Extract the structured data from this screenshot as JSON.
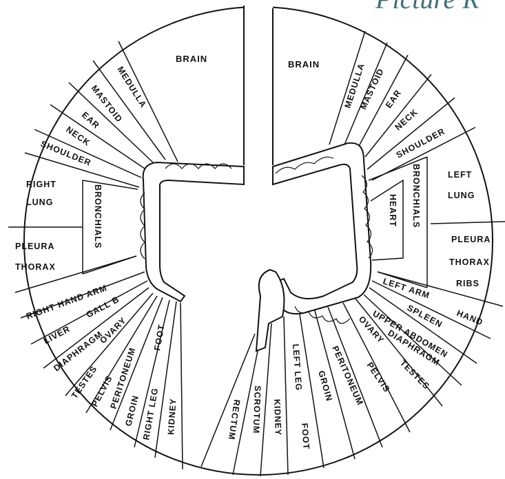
{
  "title_fragment": "Picture R",
  "left_side": {
    "brain": "BRAIN",
    "medulla": "MEDULLA",
    "mastoid": "MASTOID",
    "ear": "EAR",
    "neck": "NECK",
    "shoulder": "SHOULDER",
    "right_lung": "RIGHT",
    "right_lung_2": "LUNG",
    "bronchials": "BRONCHIALS",
    "pleura": "PLEURA",
    "thorax": "THORAX",
    "right_hand_arm": "RIGHT HAND ARM",
    "liver": "LIVER",
    "gall_b": "GALL B",
    "diaphragm": "DIAPHRAGM",
    "ovary": "OVARY",
    "testes": "TESTES",
    "pelvis": "PELVIS",
    "peritoneum": "PERITONEUM",
    "groin": "GROIN",
    "right_leg": "RIGHT LEG",
    "foot": "FOOT",
    "kidney": "KIDNEY"
  },
  "right_side": {
    "brain": "BRAIN",
    "medulla": "MEDULLA",
    "mastoid": "MASTOID",
    "ear": "EAR",
    "neck": "NECK",
    "shoulder": "SHOULDER",
    "bronchials": "BRONCHIALS",
    "heart": "HEART",
    "left_lung": "LEFT",
    "left_lung_2": "LUNG",
    "pleura": "PLEURA",
    "thorax": "THORAX",
    "ribs": "RIBS",
    "left_arm": "LEFT ARM",
    "hand": "HAND",
    "spleen": "SPLEEN",
    "upper_abdomen": "UPPER ABDOMEN",
    "diaphragm": "DIAPHRAGM",
    "ovary": "OVARY",
    "testes": "TESTES",
    "pelvis": "PELVIS",
    "peritoneum": "PERITONEUM",
    "groin": "GROIN",
    "left_leg": "LEFT LEG",
    "foot": "FOOT",
    "kidney": "KIDNEY",
    "scrotum": "SCROTUM",
    "rectum": "RECTUM"
  }
}
